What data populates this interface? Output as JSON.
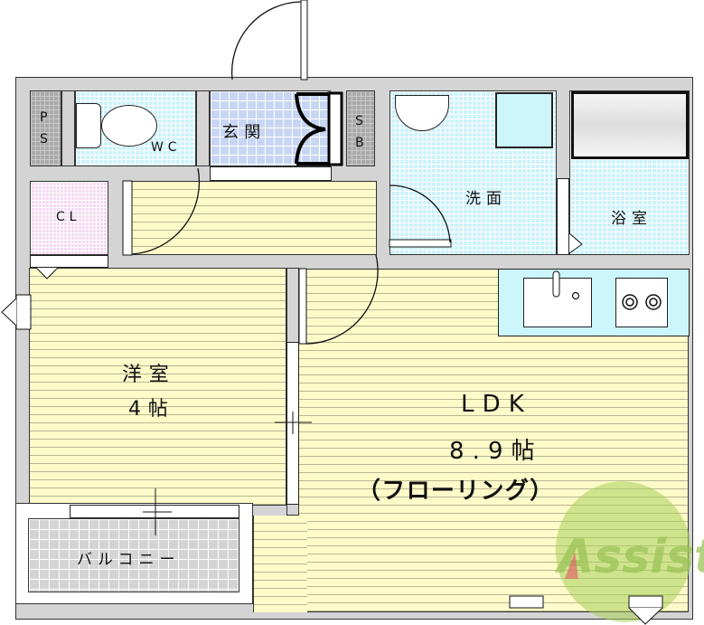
{
  "floor_plan": {
    "rooms": {
      "ps": {
        "label_top": "P",
        "label_bottom": "S"
      },
      "wc": {
        "label": "WC"
      },
      "entrance": {
        "label": "玄関"
      },
      "sb": {
        "label_top": "S",
        "label_bottom": "B"
      },
      "washroom": {
        "label": "洗面"
      },
      "bathroom": {
        "label": "浴室"
      },
      "closet": {
        "label": "CL"
      },
      "western_room": {
        "label": "洋室",
        "size": "4帖"
      },
      "ldk": {
        "label": "LDK",
        "size": "8.9帖",
        "floor_type": "（フローリング）"
      },
      "balcony": {
        "label": "バルコニー"
      }
    },
    "watermark": {
      "text": "Assist",
      "circle_color": "#a9cf5a",
      "accent_color": "#e06a6a"
    },
    "colors": {
      "wall": "#d4d4d4",
      "flooring": "#fdfbc9",
      "wet_area_tile": "#ccf2fb",
      "entrance_tile": "#c8d6f3",
      "closet": "#f6d8f2",
      "storage": "#a9a9a9"
    }
  }
}
